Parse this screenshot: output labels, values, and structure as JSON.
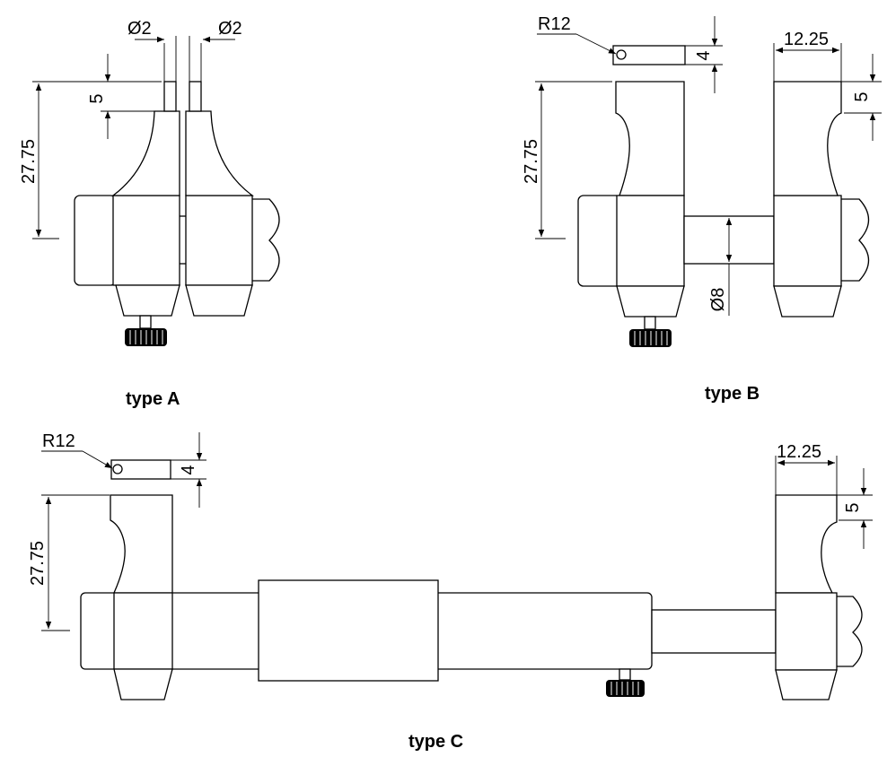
{
  "type_a": {
    "caption": "type A",
    "dim_tip_left": "Ø2",
    "dim_tip_right": "Ø2",
    "dim_tip_length": "5",
    "dim_height": "27.75"
  },
  "type_b": {
    "caption": "type B",
    "dim_radius": "R12",
    "dim_radius_thickness": "4",
    "dim_jaw_width": "12.25",
    "dim_tip_length": "5",
    "dim_height": "27.75",
    "dim_rod_diameter": "Ø8"
  },
  "type_c": {
    "caption": "type C",
    "dim_radius": "R12",
    "dim_radius_thickness": "4",
    "dim_jaw_width": "12.25",
    "dim_tip_length": "5",
    "dim_height": "27.75"
  }
}
